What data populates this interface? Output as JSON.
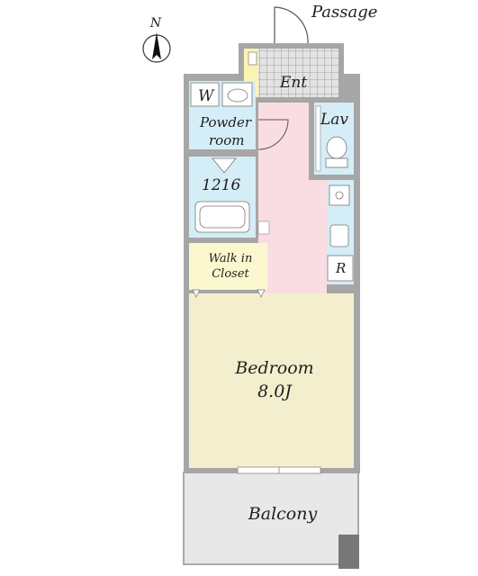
{
  "compass": {
    "label": "N"
  },
  "labels": {
    "passage": "Passage",
    "entrance": "Ent",
    "washer": "W",
    "powder_line1": "Powder",
    "powder_line2": "room",
    "lavatory": "Lav",
    "bath": "1216",
    "refrigerator": "R",
    "closet_line1": "Walk in",
    "closet_line2": "Closet",
    "bedroom": "Bedroom",
    "bedroom_size": "8.0J",
    "balcony": "Balcony"
  },
  "colors": {
    "wall": "#a6a6a6",
    "corridor": "#f9dde2",
    "wet_area": "#d5edf6",
    "bedroom": "#f3efce",
    "closet": "#fbf8cf",
    "entrance_tile": "#d6d6d6",
    "balcony": "#e8e8e8",
    "shoe_box": "#fbf3b4"
  }
}
